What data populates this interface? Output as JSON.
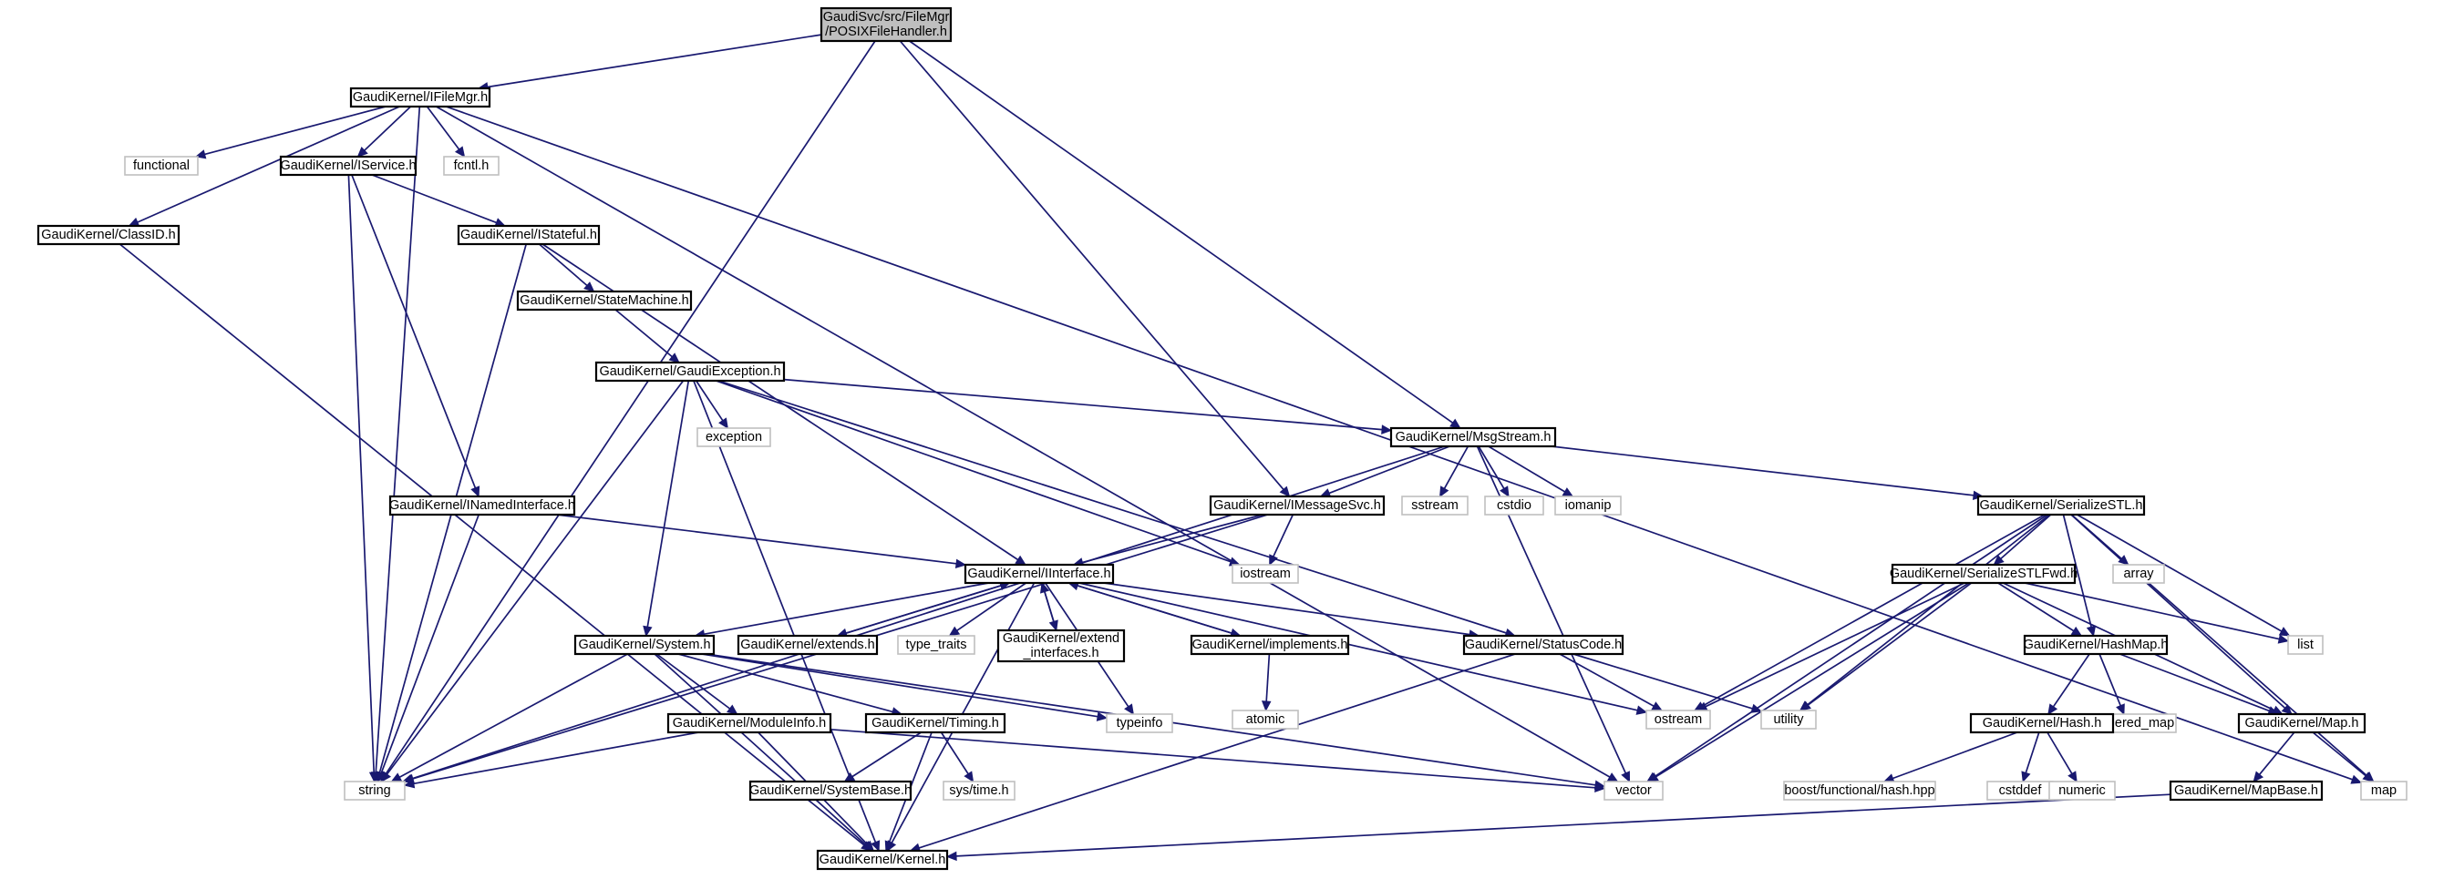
{
  "colors": {
    "edge": "#191970",
    "root_fill": "#bfbfbf",
    "system_border": "#bfbfbf",
    "node_border": "#000000"
  },
  "nodes": [
    {
      "id": "posix",
      "lines": [
        "GaudiSvc/src/FileMgr",
        "/POSIXFileHandler.h"
      ],
      "kind": "root"
    },
    {
      "id": "ifilemgr",
      "lines": [
        "GaudiKernel/IFileMgr.h"
      ],
      "kind": "header"
    },
    {
      "id": "functional",
      "lines": [
        "functional"
      ],
      "kind": "system"
    },
    {
      "id": "iservice",
      "lines": [
        "GaudiKernel/IService.h"
      ],
      "kind": "header"
    },
    {
      "id": "fcntl",
      "lines": [
        "fcntl.h"
      ],
      "kind": "system"
    },
    {
      "id": "classid",
      "lines": [
        "GaudiKernel/ClassID.h"
      ],
      "kind": "header"
    },
    {
      "id": "istateful",
      "lines": [
        "GaudiKernel/IStateful.h"
      ],
      "kind": "header"
    },
    {
      "id": "statemachine",
      "lines": [
        "GaudiKernel/StateMachine.h"
      ],
      "kind": "header"
    },
    {
      "id": "gaudiexc",
      "lines": [
        "GaudiKernel/GaudiException.h"
      ],
      "kind": "header"
    },
    {
      "id": "exception",
      "lines": [
        "exception"
      ],
      "kind": "system"
    },
    {
      "id": "msgstream",
      "lines": [
        "GaudiKernel/MsgStream.h"
      ],
      "kind": "header"
    },
    {
      "id": "inamed",
      "lines": [
        "GaudiKernel/INamedInterface.h"
      ],
      "kind": "header"
    },
    {
      "id": "imessagesvc",
      "lines": [
        "GaudiKernel/IMessageSvc.h"
      ],
      "kind": "header"
    },
    {
      "id": "sstream",
      "lines": [
        "sstream"
      ],
      "kind": "system"
    },
    {
      "id": "cstdio",
      "lines": [
        "cstdio"
      ],
      "kind": "system"
    },
    {
      "id": "iomanip",
      "lines": [
        "iomanip"
      ],
      "kind": "system"
    },
    {
      "id": "serializestl",
      "lines": [
        "GaudiKernel/SerializeSTL.h"
      ],
      "kind": "header"
    },
    {
      "id": "iostream",
      "lines": [
        "iostream"
      ],
      "kind": "system"
    },
    {
      "id": "iinterface",
      "lines": [
        "GaudiKernel/IInterface.h"
      ],
      "kind": "header"
    },
    {
      "id": "array",
      "lines": [
        "array"
      ],
      "kind": "system"
    },
    {
      "id": "serializestlfwd",
      "lines": [
        "GaudiKernel/SerializeSTLFwd.h"
      ],
      "kind": "header"
    },
    {
      "id": "system",
      "lines": [
        "GaudiKernel/System.h"
      ],
      "kind": "header"
    },
    {
      "id": "extends",
      "lines": [
        "GaudiKernel/extends.h"
      ],
      "kind": "header"
    },
    {
      "id": "typetraits",
      "lines": [
        "type_traits"
      ],
      "kind": "system"
    },
    {
      "id": "extendinterfaces",
      "lines": [
        "GaudiKernel/extend",
        "_interfaces.h"
      ],
      "kind": "header"
    },
    {
      "id": "implements",
      "lines": [
        "GaudiKernel/implements.h"
      ],
      "kind": "header"
    },
    {
      "id": "statuscode",
      "lines": [
        "GaudiKernel/StatusCode.h"
      ],
      "kind": "header"
    },
    {
      "id": "hashmap",
      "lines": [
        "GaudiKernel/HashMap.h"
      ],
      "kind": "header"
    },
    {
      "id": "list",
      "lines": [
        "list"
      ],
      "kind": "system"
    },
    {
      "id": "ostream",
      "lines": [
        "ostream"
      ],
      "kind": "system"
    },
    {
      "id": "utility",
      "lines": [
        "utility"
      ],
      "kind": "system"
    },
    {
      "id": "atomic",
      "lines": [
        "atomic"
      ],
      "kind": "system"
    },
    {
      "id": "moduleinfo",
      "lines": [
        "GaudiKernel/ModuleInfo.h"
      ],
      "kind": "header"
    },
    {
      "id": "timing",
      "lines": [
        "GaudiKernel/Timing.h"
      ],
      "kind": "header"
    },
    {
      "id": "typeinfo",
      "lines": [
        "typeinfo"
      ],
      "kind": "system"
    },
    {
      "id": "unorderedmap",
      "lines": [
        "unordered_map"
      ],
      "kind": "system"
    },
    {
      "id": "hash",
      "lines": [
        "GaudiKernel/Hash.h"
      ],
      "kind": "header"
    },
    {
      "id": "map_h",
      "lines": [
        "GaudiKernel/Map.h"
      ],
      "kind": "header"
    },
    {
      "id": "string",
      "lines": [
        "string"
      ],
      "kind": "system"
    },
    {
      "id": "systembase",
      "lines": [
        "GaudiKernel/SystemBase.h"
      ],
      "kind": "header"
    },
    {
      "id": "systime",
      "lines": [
        "sys/time.h"
      ],
      "kind": "system"
    },
    {
      "id": "vector",
      "lines": [
        "vector"
      ],
      "kind": "system"
    },
    {
      "id": "boosthash",
      "lines": [
        "boost/functional/hash.hpp"
      ],
      "kind": "system"
    },
    {
      "id": "cstddef",
      "lines": [
        "cstddef"
      ],
      "kind": "system"
    },
    {
      "id": "numeric",
      "lines": [
        "numeric"
      ],
      "kind": "system"
    },
    {
      "id": "mapbase",
      "lines": [
        "GaudiKernel/MapBase.h"
      ],
      "kind": "header"
    },
    {
      "id": "map",
      "lines": [
        "map"
      ],
      "kind": "system"
    },
    {
      "id": "kernel",
      "lines": [
        "GaudiKernel/Kernel.h"
      ],
      "kind": "header"
    }
  ],
  "edges": [
    {
      "from": "posix",
      "to": "ifilemgr"
    },
    {
      "from": "posix",
      "to": "string"
    },
    {
      "from": "posix",
      "to": "imessagesvc"
    },
    {
      "from": "posix",
      "to": "msgstream"
    },
    {
      "from": "ifilemgr",
      "to": "functional"
    },
    {
      "from": "ifilemgr",
      "to": "iservice"
    },
    {
      "from": "ifilemgr",
      "to": "fcntl"
    },
    {
      "from": "ifilemgr",
      "to": "classid"
    },
    {
      "from": "ifilemgr",
      "to": "string"
    },
    {
      "from": "ifilemgr",
      "to": "vector"
    },
    {
      "from": "ifilemgr",
      "to": "map"
    },
    {
      "from": "iservice",
      "to": "istateful"
    },
    {
      "from": "iservice",
      "to": "inamed"
    },
    {
      "from": "iservice",
      "to": "string"
    },
    {
      "from": "classid",
      "to": "kernel"
    },
    {
      "from": "istateful",
      "to": "statemachine"
    },
    {
      "from": "istateful",
      "to": "iinterface"
    },
    {
      "from": "istateful",
      "to": "string"
    },
    {
      "from": "statemachine",
      "to": "gaudiexc"
    },
    {
      "from": "gaudiexc",
      "to": "exception"
    },
    {
      "from": "gaudiexc",
      "to": "msgstream"
    },
    {
      "from": "gaudiexc",
      "to": "system"
    },
    {
      "from": "gaudiexc",
      "to": "kernel"
    },
    {
      "from": "gaudiexc",
      "to": "iostream"
    },
    {
      "from": "gaudiexc",
      "to": "statuscode"
    },
    {
      "from": "gaudiexc",
      "to": "string"
    },
    {
      "from": "msgstream",
      "to": "imessagesvc"
    },
    {
      "from": "msgstream",
      "to": "sstream"
    },
    {
      "from": "msgstream",
      "to": "cstdio"
    },
    {
      "from": "msgstream",
      "to": "iomanip"
    },
    {
      "from": "msgstream",
      "to": "serializestl"
    },
    {
      "from": "msgstream",
      "to": "string"
    },
    {
      "from": "msgstream",
      "to": "vector"
    },
    {
      "from": "inamed",
      "to": "iinterface"
    },
    {
      "from": "inamed",
      "to": "string"
    },
    {
      "from": "imessagesvc",
      "to": "iinterface"
    },
    {
      "from": "imessagesvc",
      "to": "iostream"
    },
    {
      "from": "imessagesvc",
      "to": "string"
    },
    {
      "from": "serializestl",
      "to": "array"
    },
    {
      "from": "serializestl",
      "to": "serializestlfwd"
    },
    {
      "from": "serializestl",
      "to": "hashmap"
    },
    {
      "from": "serializestl",
      "to": "list"
    },
    {
      "from": "serializestl",
      "to": "map_h"
    },
    {
      "from": "serializestl",
      "to": "map"
    },
    {
      "from": "serializestl",
      "to": "ostream"
    },
    {
      "from": "serializestl",
      "to": "utility"
    },
    {
      "from": "serializestl",
      "to": "vector"
    },
    {
      "from": "serializestlfwd",
      "to": "hashmap"
    },
    {
      "from": "serializestlfwd",
      "to": "list"
    },
    {
      "from": "serializestlfwd",
      "to": "map_h"
    },
    {
      "from": "serializestlfwd",
      "to": "ostream"
    },
    {
      "from": "serializestlfwd",
      "to": "utility"
    },
    {
      "from": "serializestlfwd",
      "to": "vector"
    },
    {
      "from": "iinterface",
      "to": "system"
    },
    {
      "from": "iinterface",
      "to": "extends"
    },
    {
      "from": "iinterface",
      "to": "typetraits"
    },
    {
      "from": "iinterface",
      "to": "extendinterfaces"
    },
    {
      "from": "iinterface",
      "to": "implements"
    },
    {
      "from": "iinterface",
      "to": "statuscode"
    },
    {
      "from": "iinterface",
      "to": "typeinfo"
    },
    {
      "from": "iinterface",
      "to": "ostream"
    },
    {
      "from": "iinterface",
      "to": "kernel"
    },
    {
      "from": "extends",
      "to": "iinterface"
    },
    {
      "from": "extendinterfaces",
      "to": "iinterface"
    },
    {
      "from": "implements",
      "to": "iinterface"
    },
    {
      "from": "implements",
      "to": "atomic"
    },
    {
      "from": "system",
      "to": "moduleinfo"
    },
    {
      "from": "system",
      "to": "timing"
    },
    {
      "from": "system",
      "to": "typeinfo"
    },
    {
      "from": "system",
      "to": "string"
    },
    {
      "from": "system",
      "to": "vector"
    },
    {
      "from": "system",
      "to": "kernel"
    },
    {
      "from": "statuscode",
      "to": "ostream"
    },
    {
      "from": "statuscode",
      "to": "utility"
    },
    {
      "from": "statuscode",
      "to": "kernel"
    },
    {
      "from": "moduleinfo",
      "to": "string"
    },
    {
      "from": "moduleinfo",
      "to": "vector"
    },
    {
      "from": "moduleinfo",
      "to": "kernel"
    },
    {
      "from": "timing",
      "to": "systembase"
    },
    {
      "from": "timing",
      "to": "systime"
    },
    {
      "from": "timing",
      "to": "kernel"
    },
    {
      "from": "hashmap",
      "to": "unorderedmap"
    },
    {
      "from": "hashmap",
      "to": "hash"
    },
    {
      "from": "hashmap",
      "to": "map_h"
    },
    {
      "from": "hash",
      "to": "boosthash"
    },
    {
      "from": "hash",
      "to": "cstddef"
    },
    {
      "from": "hash",
      "to": "numeric"
    },
    {
      "from": "map_h",
      "to": "mapbase"
    },
    {
      "from": "map_h",
      "to": "map"
    },
    {
      "from": "mapbase",
      "to": "kernel"
    }
  ]
}
